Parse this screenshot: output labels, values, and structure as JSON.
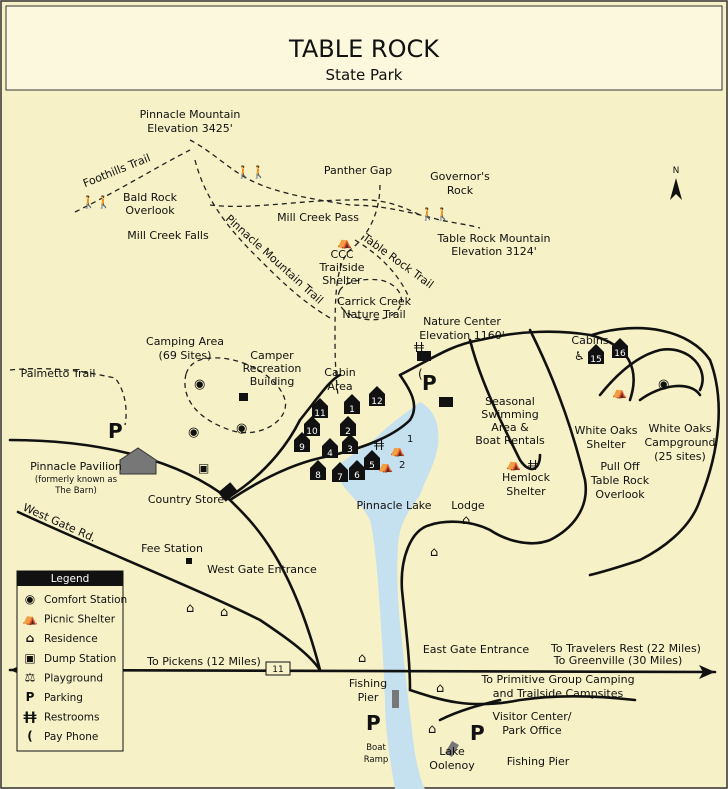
{
  "header": {
    "title": "TABLE ROCK",
    "subtitle": "State Park"
  },
  "colors": {
    "land": "#f6f1c6",
    "header": "#fbf8de",
    "lake": "#c5e0ee",
    "ink": "#111111"
  },
  "labels": {
    "pinnacle_mtn": [
      "Pinnacle Mountain",
      "Elevation 3425'"
    ],
    "foothills": "Foothills Trail",
    "bald_rock": [
      "Bald Rock",
      "Overlook"
    ],
    "mill_creek_falls": "Mill Creek Falls",
    "pinnacle_trail": "Pinnacle Mountain Trail",
    "mill_creek_pass": "Mill Creek Pass",
    "panther_gap": "Panther Gap",
    "governors_rock": [
      "Governor's",
      "Rock"
    ],
    "table_rock_mtn": [
      "Table Rock Mountain",
      "Elevation 3124'"
    ],
    "table_rock_trail": "Table Rock Trail",
    "ccc": [
      "CCC",
      "Trailside",
      "Shelter"
    ],
    "carrick": [
      "Carrick Creek",
      "Nature Trail"
    ],
    "nature_center": [
      "Nature Center",
      "Elevation 1160'"
    ],
    "cabins": "Cabins",
    "camping_area": [
      "Camping Area",
      "(69 Sites)"
    ],
    "camper_rec": [
      "Camper",
      "Recreation",
      "Building"
    ],
    "palmetto": "Palmetto Trail",
    "cabin_area": [
      "Cabin",
      "Area"
    ],
    "swimming": [
      "Seasonal",
      "Swimming",
      "Area &",
      "Boat Rentals"
    ],
    "white_oaks_shelter": [
      "White Oaks",
      "Shelter"
    ],
    "white_oaks_camp": [
      "White Oaks",
      "Campground",
      "(25 sites)"
    ],
    "hemlock": [
      "Hemlock",
      "Shelter"
    ],
    "pavilion": [
      "Pinnacle Pavilion",
      "(formerly known as",
      "The Barn)"
    ],
    "country_store": "Country Store",
    "pinnacle_lake": "Pinnacle Lake",
    "lodge": "Lodge",
    "pull_off": [
      "Pull Off",
      "Table Rock",
      "Overlook"
    ],
    "west_gate_rd": "West Gate Rd.",
    "fee_station": "Fee Station",
    "west_gate_entrance": "West Gate Entrance",
    "east_gate_entrance": "East Gate Entrance",
    "to_pickens": "To Pickens (12 Miles)",
    "route": "11",
    "to_travelers": [
      "To Travelers Rest (22 Miles)",
      "To Greenville (30 Miles)"
    ],
    "to_primitive": [
      "To Primitive Group Camping",
      "and Trailside Campsites"
    ],
    "fishing_pier_n": [
      "Fishing",
      "Pier"
    ],
    "visitor_center": [
      "Visitor Center/",
      "Park Office"
    ],
    "boat_ramp": [
      "Boat",
      "Ramp"
    ],
    "lake_oolenoy": [
      "Lake",
      "Oolenoy"
    ],
    "fishing_pier_s": "Fishing Pier",
    "north": "N",
    "picnic_1": "1",
    "picnic_2": "2",
    "cabin_numbers": [
      "1",
      "2",
      "3",
      "4",
      "5",
      "6",
      "7",
      "8",
      "9",
      "10",
      "11",
      "12",
      "15",
      "16"
    ]
  },
  "legend": {
    "title": "Legend",
    "items": [
      {
        "icon": "comfort-station-icon",
        "label": "Comfort Station"
      },
      {
        "icon": "picnic-shelter-icon",
        "label": "Picnic Shelter"
      },
      {
        "icon": "residence-icon",
        "label": "Residence"
      },
      {
        "icon": "dump-station-icon",
        "label": "Dump Station"
      },
      {
        "icon": "playground-icon",
        "label": "Playground"
      },
      {
        "icon": "parking-icon",
        "label": "Parking"
      },
      {
        "icon": "restrooms-icon",
        "label": "Restrooms"
      },
      {
        "icon": "pay-phone-icon",
        "label": "Pay Phone"
      }
    ]
  }
}
